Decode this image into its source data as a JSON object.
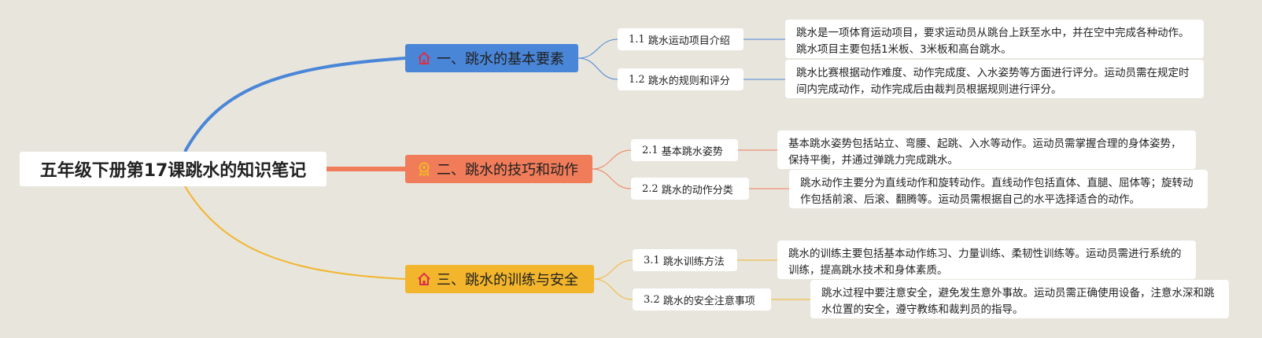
{
  "root": {
    "title": "五年级下册第17课跳水的知识笔记"
  },
  "colors": {
    "branch1": "#4a86d8",
    "branch2": "#f07c5a",
    "branch3": "#f2b52c",
    "background": "#e8e5dc"
  },
  "branches": [
    {
      "label": "一、跳水的基本要素",
      "icon": "house-icon",
      "subs": [
        {
          "num": "1.1",
          "label": "跳水运动项目介绍",
          "note": "跳水是一项体育运动项目，要求运动员从跳台上跃至水中，并在空中完成各种动作。跳水项目主要包括1米板、3米板和高台跳水。"
        },
        {
          "num": "1.2",
          "label": "跳水的规则和评分",
          "note": "跳水比赛根据动作难度、动作完成度、入水姿势等方面进行评分。运动员需在规定时间内完成动作，动作完成后由裁判员根据规则进行评分。"
        }
      ]
    },
    {
      "label": "二、跳水的技巧和动作",
      "icon": "medal-icon",
      "subs": [
        {
          "num": "2.1",
          "label": "基本跳水姿势",
          "note": "基本跳水姿势包括站立、弯腰、起跳、入水等动作。运动员需掌握合理的身体姿势，保持平衡，并通过弹跳力完成跳水。"
        },
        {
          "num": "2.2",
          "label": "跳水的动作分类",
          "note": "跳水动作主要分为直线动作和旋转动作。直线动作包括直体、直腿、屈体等；旋转动作包括前滚、后滚、翻腾等。运动员需根据自己的水平选择适合的动作。"
        }
      ]
    },
    {
      "label": "三、跳水的训练与安全",
      "icon": "house-icon",
      "subs": [
        {
          "num": "3.1",
          "label": "跳水训练方法",
          "note": "跳水的训练主要包括基本动作练习、力量训练、柔韧性训练等。运动员需进行系统的训练，提高跳水技术和身体素质。"
        },
        {
          "num": "3.2",
          "label": "跳水的安全注意事项",
          "note": "跳水过程中要注意安全，避免发生意外事故。运动员需正确使用设备，注意水深和跳水位置的安全，遵守教练和裁判员的指导。"
        }
      ]
    }
  ]
}
